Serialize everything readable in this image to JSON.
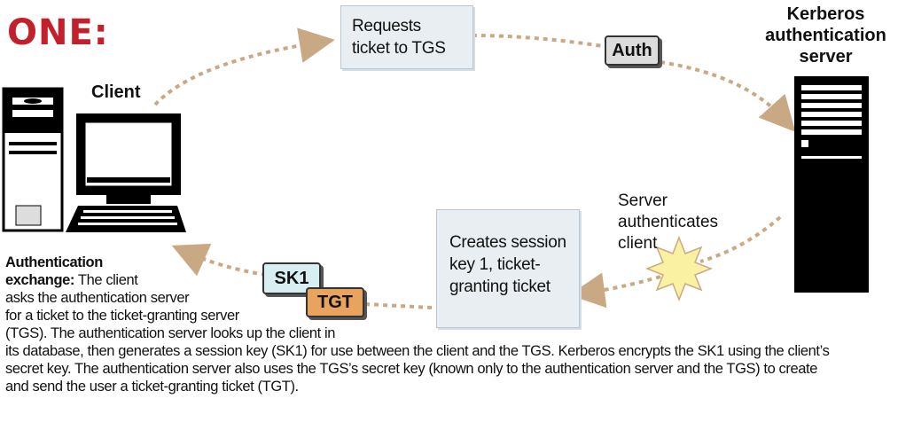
{
  "heading": "ONE:",
  "client_label": "Client",
  "server_label": [
    "Kerberos",
    "authentication",
    "server"
  ],
  "box_request": [
    "Requests",
    "ticket to TGS"
  ],
  "tag_auth": "Auth",
  "server_auth_text": [
    "Server",
    "authenticates",
    "client"
  ],
  "box_session": [
    "Creates session",
    "key 1, ticket-",
    "granting ticket"
  ],
  "tag_sk1": "SK1",
  "tag_tgt": "TGT",
  "caption": {
    "title": "Authentication",
    "lead": "exchange:",
    "line1": " The client",
    "line2": "asks the authentication server",
    "line3": "for a ticket to the ticket-granting server",
    "line4": "(TGS). The authentication server looks up the client in",
    "line5": "its database, then generates a session key (SK1) for use between the client and the TGS. Kerberos encrypts the SK1 using the client’s",
    "line6": "secret key. The authentication server also uses the TGS’s secret key (known only to the authentication server and the TGS) to create",
    "line7": "and send the user a ticket-granting ticket (TGT)."
  },
  "colors": {
    "heading": "#c2202a",
    "arrow": "#c9a983",
    "box_fill": "#e8eef2",
    "auth_tag": "#dcdcdc",
    "sk1_tag": "#d9eef0",
    "tgt_tag": "#e8a35e",
    "star": "#fbf1a3"
  }
}
